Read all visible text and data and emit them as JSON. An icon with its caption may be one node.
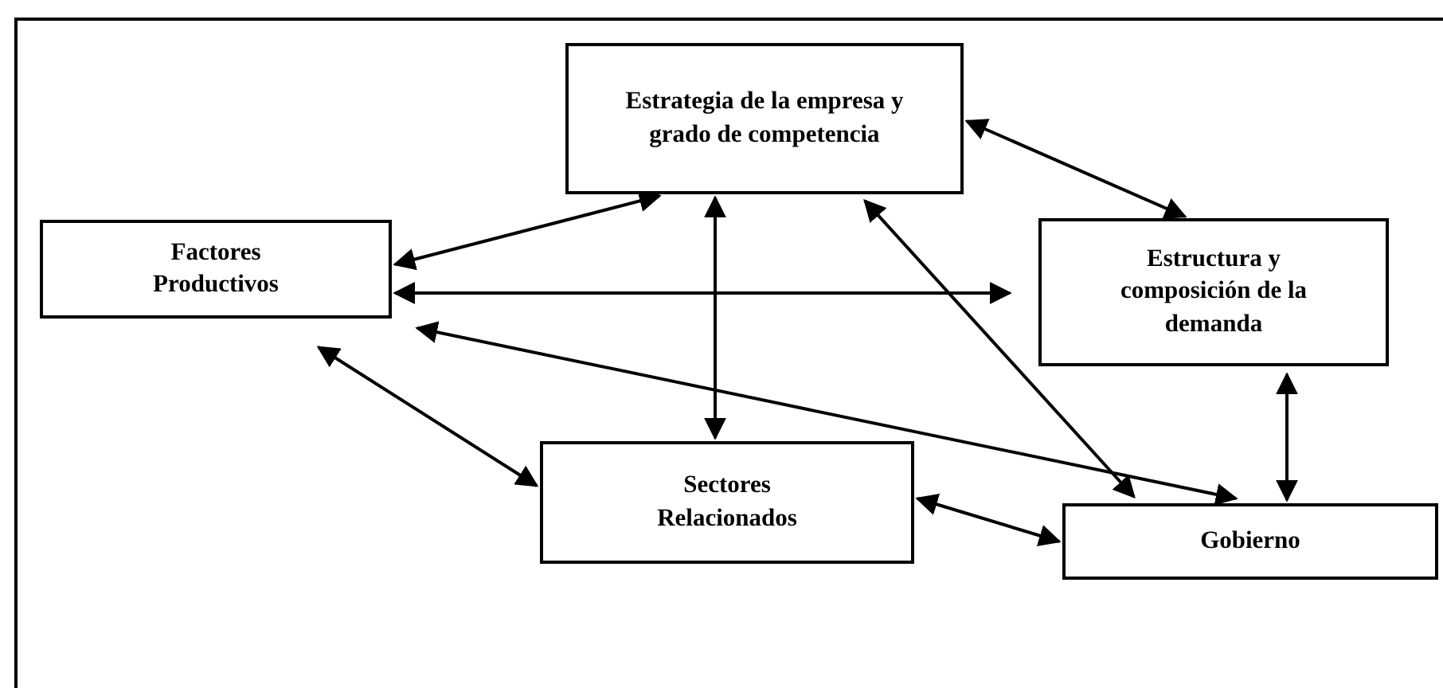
{
  "diagram": {
    "nodes": [
      {
        "text": [
          "Estrategia de la empresa y grado de competencia"
        ]
      },
      {
        "text": [
          "Factores Productivos"
        ]
      },
      {
        "text": [
          "Estructura y composición de la demanda"
        ]
      },
      {
        "text": [
          "Sectores Relacionados"
        ]
      },
      {
        "text": [
          "Gobierno"
        ]
      }
    ],
    "edges": [
      {
        "from": 1,
        "to": 0,
        "arrow": "both"
      },
      {
        "from": 0,
        "to": 2,
        "arrow": "both"
      },
      {
        "from": 1,
        "to": 2,
        "arrow": "both"
      },
      {
        "from": 0,
        "to": 3,
        "arrow": "both"
      },
      {
        "from": 1,
        "to": 4,
        "arrow": "both"
      },
      {
        "from": 0,
        "to": 4,
        "arrow": "both"
      },
      {
        "from": 1,
        "to": 3,
        "arrow": "both"
      },
      {
        "from": 3,
        "to": 4,
        "arrow": "both"
      },
      {
        "from": 2,
        "to": 4,
        "arrow": "both"
      }
    ]
  }
}
